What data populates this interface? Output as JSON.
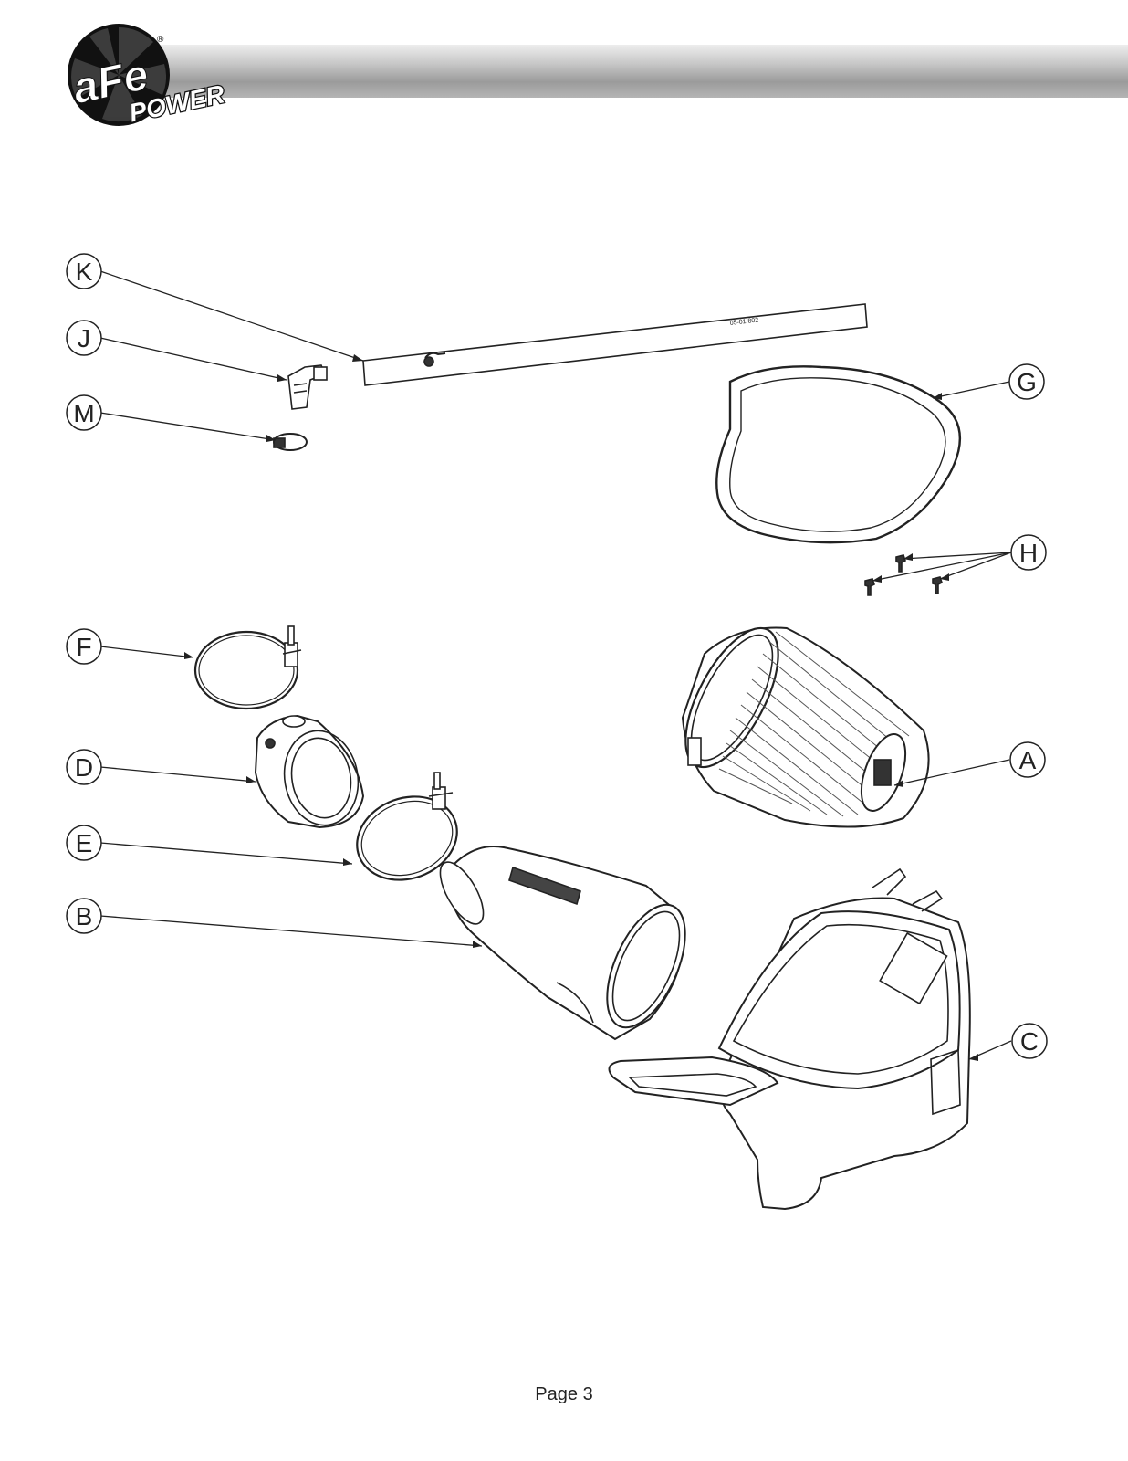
{
  "header": {
    "logo_icon": "afe-power-logo",
    "logo_text_primary": "aFe",
    "logo_text_secondary": "POWER",
    "logo_registered": "®"
  },
  "diagram": {
    "part_number_label": "05-01.802",
    "callouts": [
      {
        "id": "K",
        "label": "K"
      },
      {
        "id": "J",
        "label": "J"
      },
      {
        "id": "M",
        "label": "M"
      },
      {
        "id": "G",
        "label": "G"
      },
      {
        "id": "H",
        "label": "H"
      },
      {
        "id": "F",
        "label": "F"
      },
      {
        "id": "D",
        "label": "D"
      },
      {
        "id": "A",
        "label": "A"
      },
      {
        "id": "E",
        "label": "E"
      },
      {
        "id": "B",
        "label": "B"
      },
      {
        "id": "C",
        "label": "C"
      }
    ]
  },
  "footer": {
    "page_label": "Page 3"
  }
}
